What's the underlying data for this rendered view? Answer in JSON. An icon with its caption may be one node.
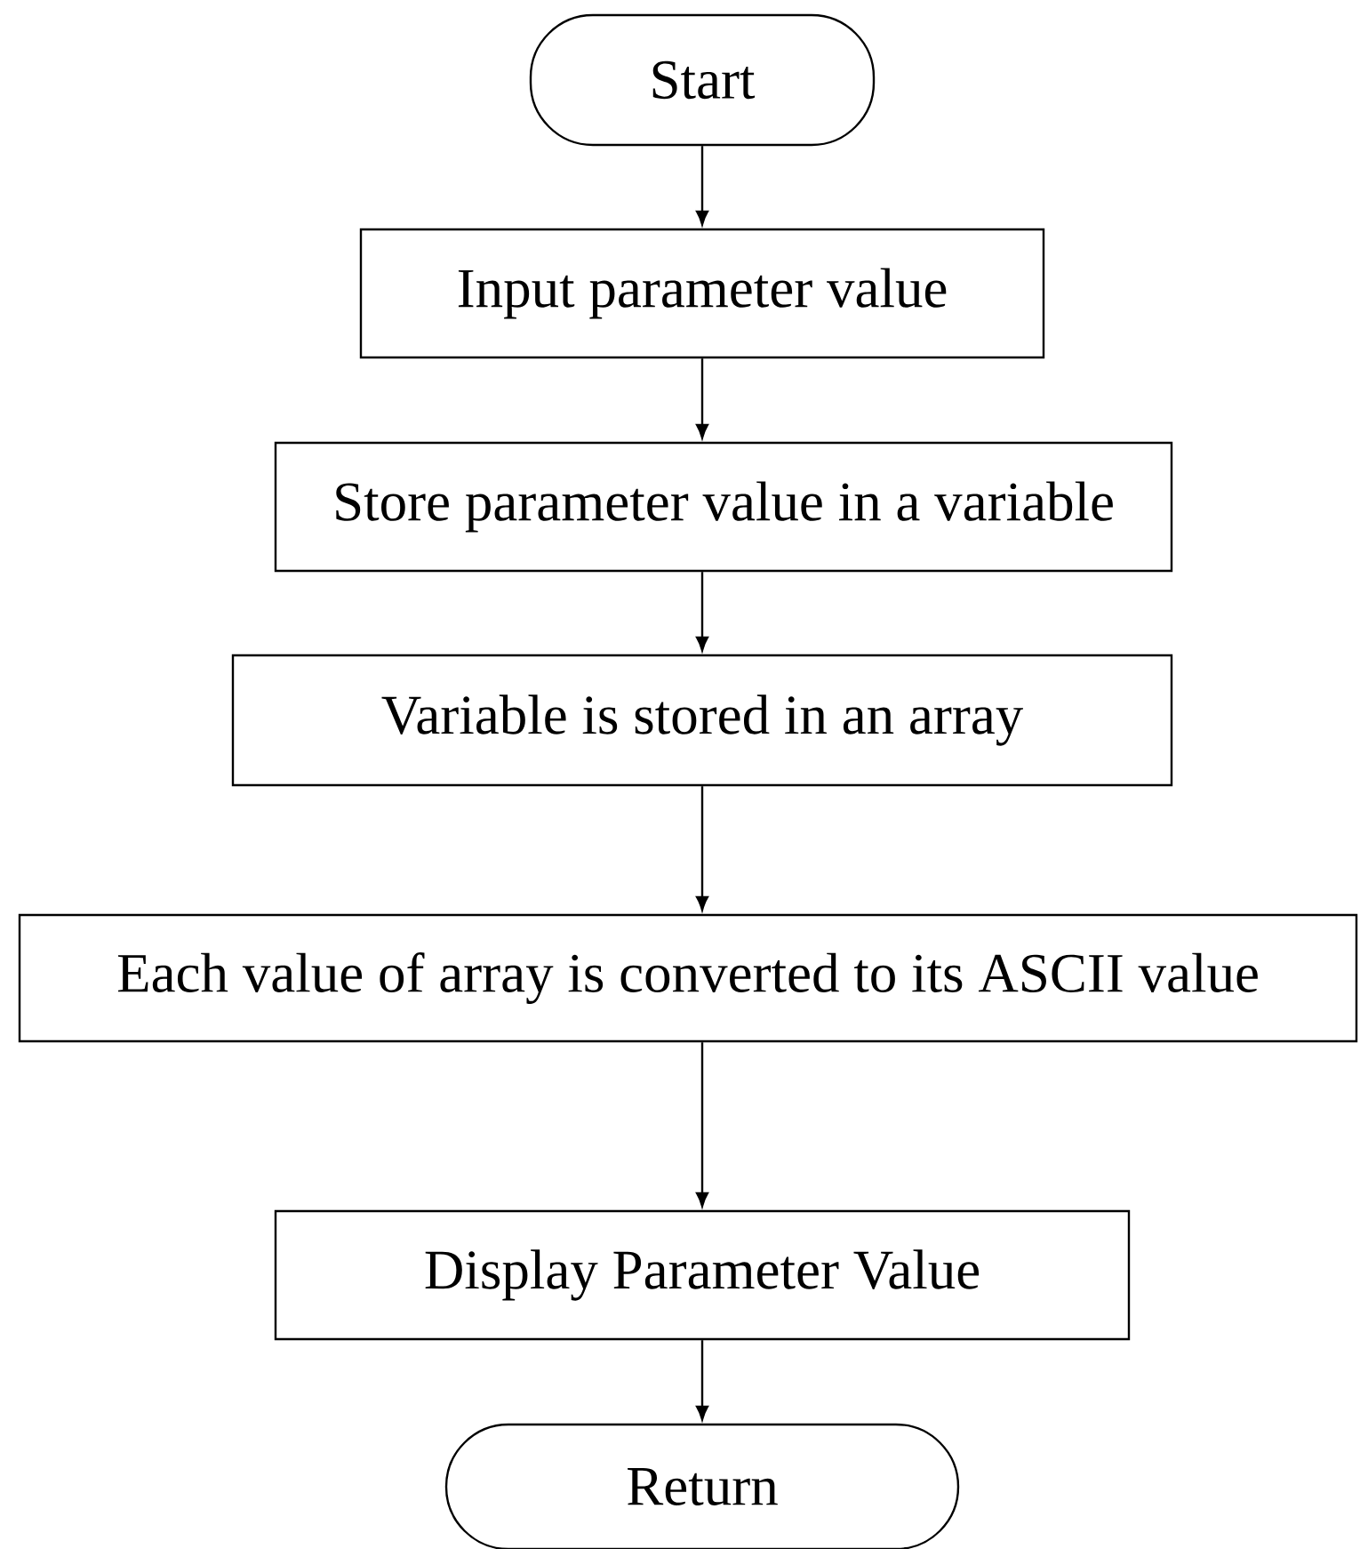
{
  "diagram": {
    "nodes": [
      {
        "text": [
          "Start"
        ]
      },
      {
        "text": [
          "Input parameter value"
        ]
      },
      {
        "text": [
          "Store parameter value in a variable"
        ]
      },
      {
        "text": [
          "Variable is stored in an array"
        ]
      },
      {
        "text": [
          "Each value of array is converted to its ASCII value"
        ]
      },
      {
        "text": [
          "Display Parameter Value"
        ]
      },
      {
        "text": [
          "Return"
        ]
      }
    ],
    "edges": [
      {
        "from": 0,
        "to": 1,
        "arrow": "to"
      },
      {
        "from": 1,
        "to": 2,
        "arrow": "to"
      },
      {
        "from": 2,
        "to": 3,
        "arrow": "to"
      },
      {
        "from": 3,
        "to": 4,
        "arrow": "to"
      },
      {
        "from": 4,
        "to": 5,
        "arrow": "to"
      },
      {
        "from": 5,
        "to": 6,
        "arrow": "to"
      }
    ]
  }
}
